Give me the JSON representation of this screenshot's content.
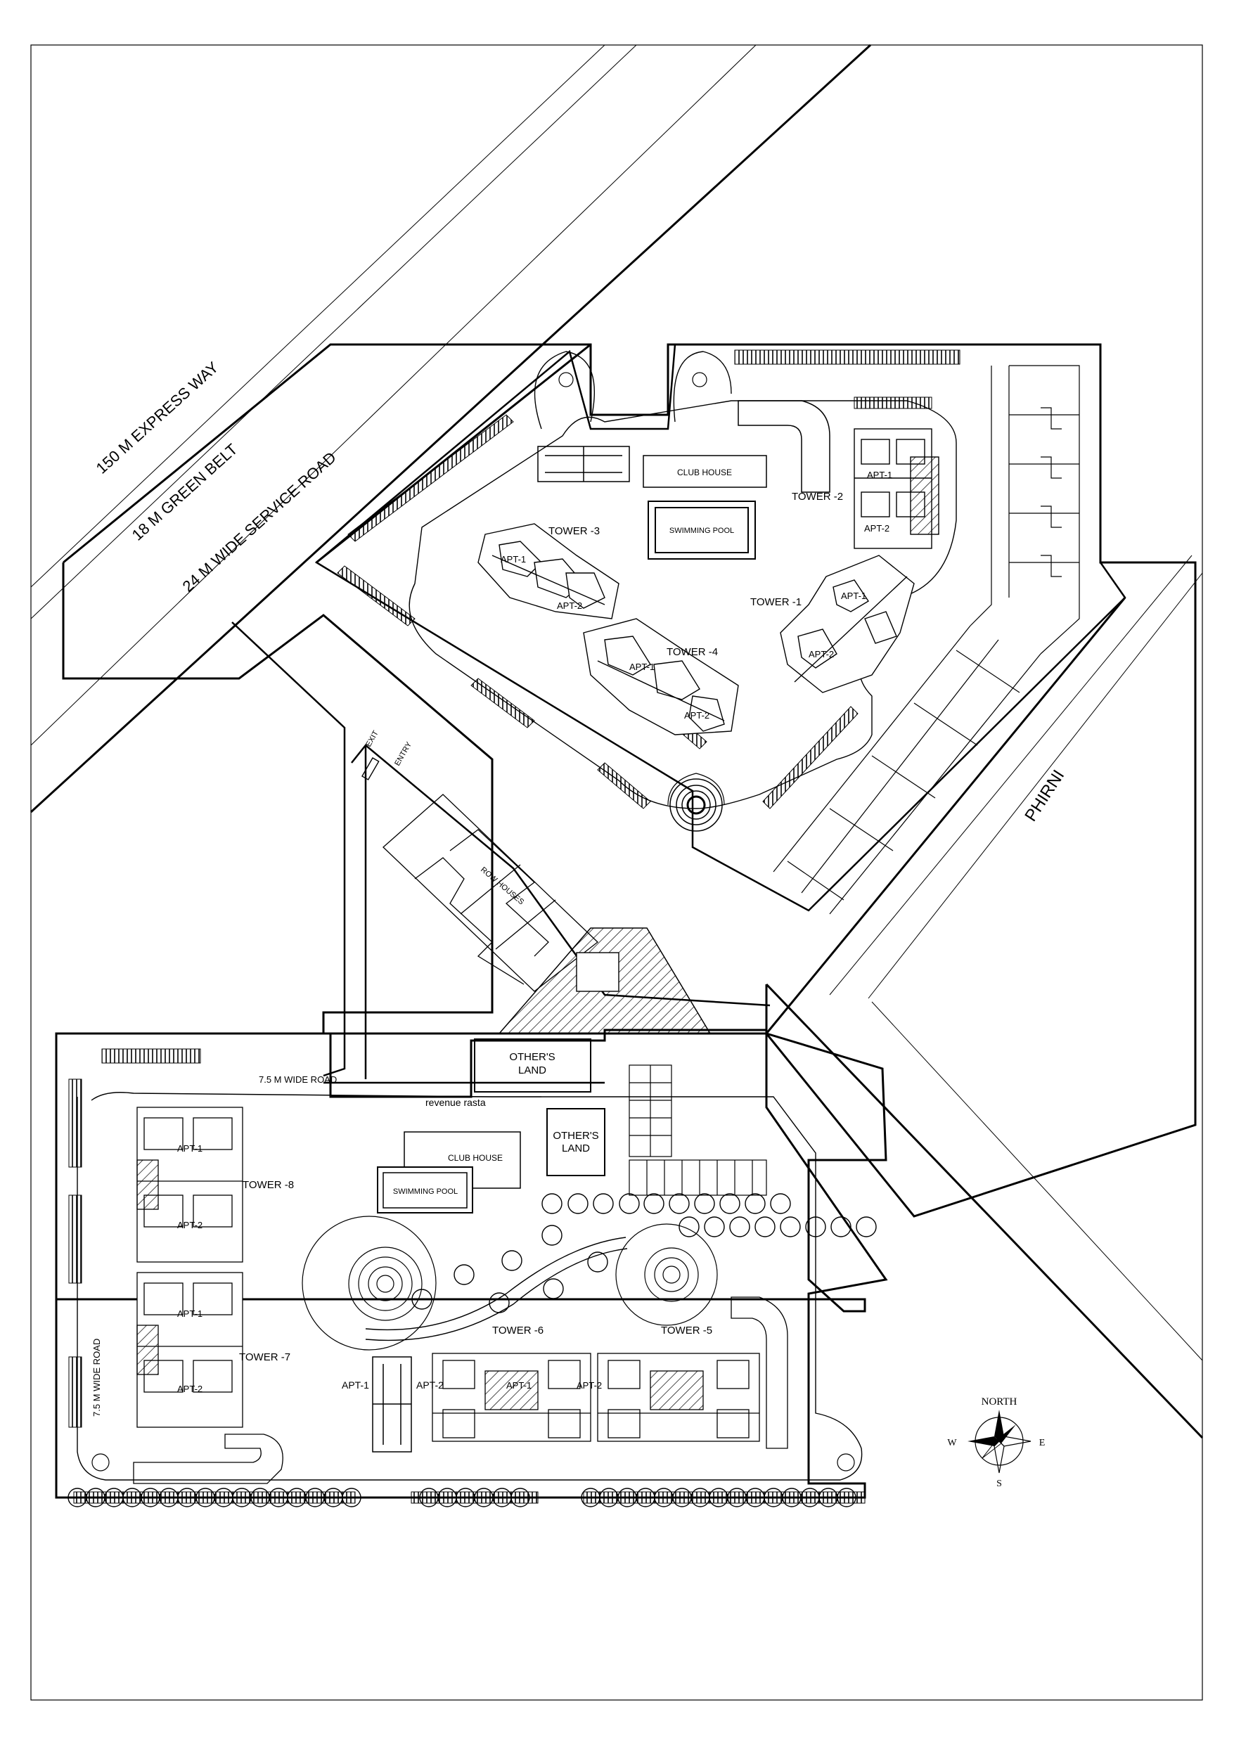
{
  "roads": {
    "expressway": "150  M   EXPRESS WAY",
    "green_belt": "18  M    GREEN  BELT",
    "service_road": "24  M   WIDE SERVICE ROAD",
    "phirni": "PHIRNI",
    "wide_road_top": "7.5  M WIDE ROAD",
    "wide_road_side": "7.5  M  WIDE  ROAD",
    "revenue_rasta": "revenue  rasta",
    "exit": "EXIT",
    "entry": "ENTRY"
  },
  "north_block": {
    "club_house": "CLUB HOUSE",
    "swimming_pool": "SWIMMING POOL",
    "towers": [
      "TOWER -1",
      "TOWER -2",
      "TOWER -3",
      "TOWER -4"
    ],
    "apts": [
      "APT-1",
      "APT-2",
      "APT-1",
      "APT-2",
      "APT-1",
      "APT-2",
      "APT-1",
      "APT-2"
    ],
    "row_houses": "ROW HOUSES"
  },
  "south_block": {
    "club_house": "CLUB HOUSE",
    "swimming_pool": "SWIMMING POOL",
    "others_land": [
      "OTHER'S\nLAND",
      "OTHER'S\nLAND"
    ],
    "others_land_a": [
      "OTHER'S",
      "LAND"
    ],
    "others_land_b": [
      "OTHER'S",
      "LAND"
    ],
    "towers": [
      "TOWER -5",
      "TOWER -6",
      "TOWER -7",
      "TOWER -8"
    ],
    "apts": [
      "APT-1",
      "APT-2",
      "APT-1",
      "APT-2",
      "APT-1",
      "APT-2",
      "APT-1",
      "APT-2"
    ]
  },
  "compass": {
    "north": "NORTH",
    "east": "E",
    "west": "W",
    "south": "S"
  }
}
